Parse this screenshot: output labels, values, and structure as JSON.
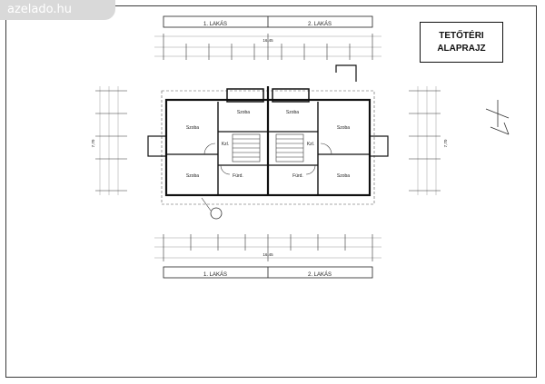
{
  "watermark": {
    "text": "azelado.hu"
  },
  "title_block": {
    "line1": "TETŐTÉRI",
    "line2": "ALAPRAJZ"
  },
  "units": {
    "top_left": "1. LAKÁS",
    "top_right": "2. LAKÁS",
    "bottom_left": "1. LAKÁS",
    "bottom_right": "2. LAKÁS"
  },
  "rooms": {
    "upper_left": "Szoba",
    "upper_center_left": "Szoba",
    "upper_center_right": "Szoba",
    "upper_right": "Szoba",
    "mid_left": "Kzl.",
    "mid_right": "Kzl.",
    "lower_left": "Szoba",
    "lower_right": "Szoba",
    "bath_left": "Fürd.",
    "bath_right": "Fürd."
  },
  "dimensions": {
    "overall_top": "16,45",
    "overall_bottom": "16,45",
    "left_height": "7,70",
    "right_height": "7,70"
  }
}
